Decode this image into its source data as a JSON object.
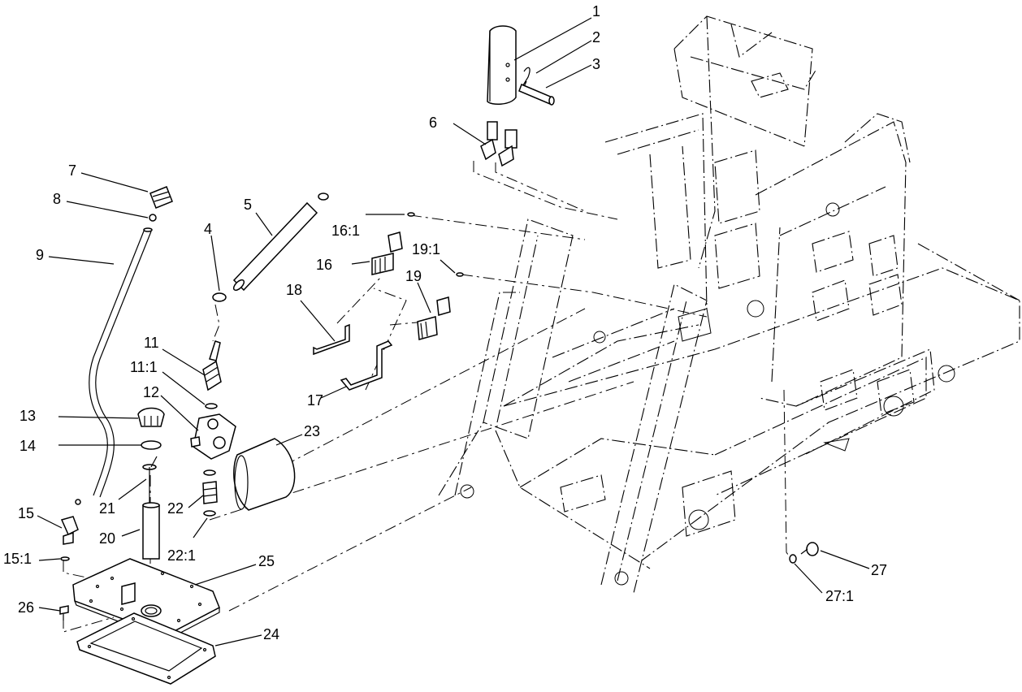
{
  "callouts": {
    "c1": "1",
    "c2": "2",
    "c3": "3",
    "c4": "4",
    "c5": "5",
    "c6": "6",
    "c7": "7",
    "c8": "8",
    "c9": "9",
    "c11": "11",
    "c11_1": "11:1",
    "c12": "12",
    "c13": "13",
    "c14": "14",
    "c15": "15",
    "c15_1": "15:1",
    "c16": "16",
    "c16_1": "16:1",
    "c17": "17",
    "c18": "18",
    "c19": "19",
    "c19_1": "19:1",
    "c20": "20",
    "c21": "21",
    "c22": "22",
    "c22_1": "22:1",
    "c23": "23",
    "c24": "24",
    "c25": "25",
    "c26": "26",
    "c27": "27",
    "c27_1": "27:1"
  },
  "colors": {
    "line": "#000000",
    "background": "#ffffff"
  }
}
